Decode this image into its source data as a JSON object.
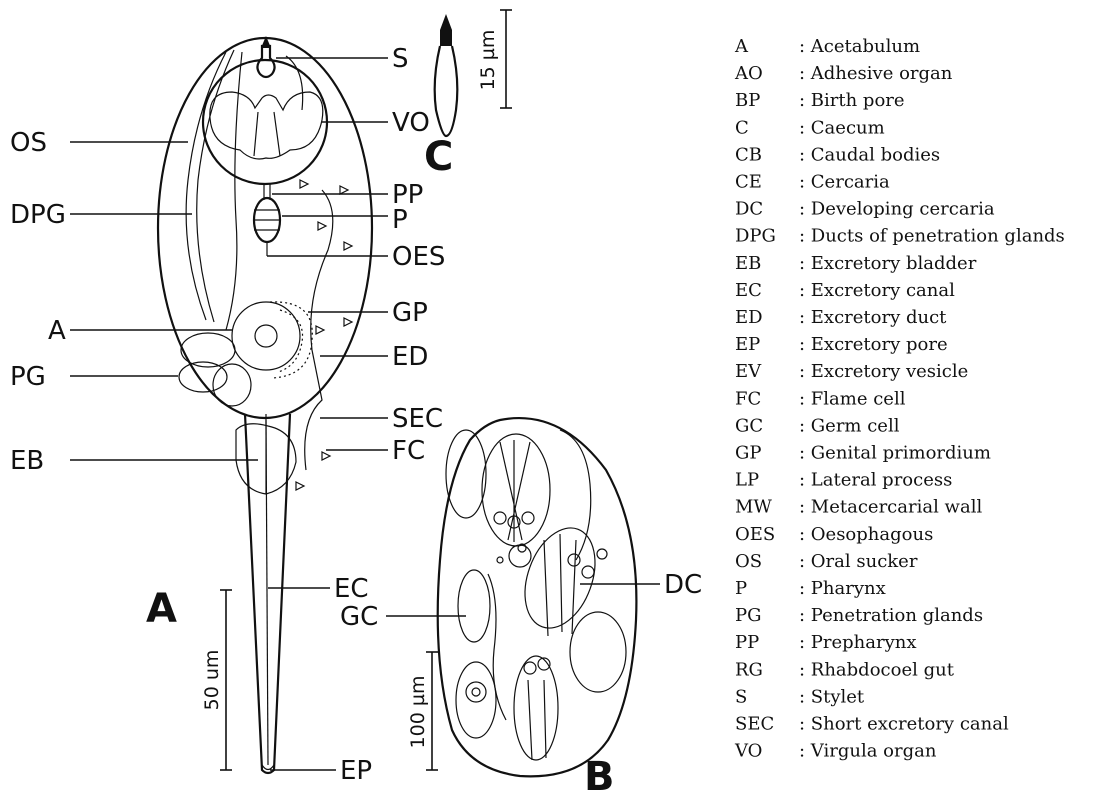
{
  "figure_a": {
    "panel_label": "A",
    "callouts": [
      "S",
      "OS",
      "VO",
      "PP",
      "DPG",
      "P",
      "OES",
      "GP",
      "A",
      "ED",
      "PG",
      "SEC",
      "EB",
      "FC",
      "EC",
      "EP"
    ],
    "scale_bar": "50 um"
  },
  "figure_b": {
    "panel_label": "B",
    "callouts": [
      "GC",
      "DC"
    ],
    "scale_bar": "100 µm"
  },
  "figure_c": {
    "panel_label": "C",
    "scale_bar": "15 µm"
  },
  "legend": [
    {
      "abbr": "A",
      "text": ": Acetabulum"
    },
    {
      "abbr": "AO",
      "text": ": Adhesive organ"
    },
    {
      "abbr": "BP",
      "text": ": Birth pore"
    },
    {
      "abbr": "C",
      "text": ": Caecum"
    },
    {
      "abbr": "CB",
      "text": ": Caudal bodies"
    },
    {
      "abbr": "CE",
      "text": ": Cercaria"
    },
    {
      "abbr": "DC",
      "text": ": Developing cercaria"
    },
    {
      "abbr": "DPG",
      "text": ": Ducts of penetration glands"
    },
    {
      "abbr": "EB",
      "text": ": Excretory bladder"
    },
    {
      "abbr": "EC",
      "text": ": Excretory canal"
    },
    {
      "abbr": "ED",
      "text": ": Excretory duct"
    },
    {
      "abbr": "EP",
      "text": ": Excretory pore"
    },
    {
      "abbr": "EV",
      "text": ": Excretory vesicle"
    },
    {
      "abbr": "FC",
      "text": ": Flame cell"
    },
    {
      "abbr": "GC",
      "text": ": Germ cell"
    },
    {
      "abbr": "GP",
      "text": ": Genital primordium"
    },
    {
      "abbr": "LP",
      "text": ": Lateral process"
    },
    {
      "abbr": "MW",
      "text": ": Metacercarial wall"
    },
    {
      "abbr": "OES",
      "text": ": Oesophagous"
    },
    {
      "abbr": "OS",
      "text": ": Oral sucker"
    },
    {
      "abbr": "P",
      "text": ": Pharynx"
    },
    {
      "abbr": "PG",
      "text": ": Penetration glands"
    },
    {
      "abbr": "PP",
      "text": ": Prepharynx"
    },
    {
      "abbr": "RG",
      "text": ": Rhabdocoel gut"
    },
    {
      "abbr": "S",
      "text": ": Stylet"
    },
    {
      "abbr": "SEC",
      "text": ": Short excretory canal"
    },
    {
      "abbr": "VO",
      "text": ": Virgula organ"
    }
  ]
}
